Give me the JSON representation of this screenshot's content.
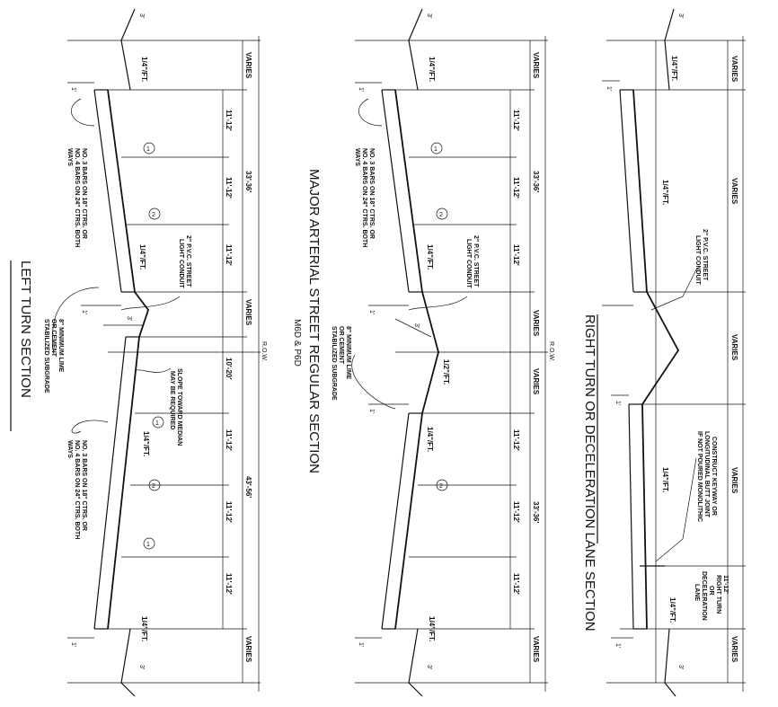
{
  "sections": [
    {
      "id": "right-turn",
      "title": "RIGHT TURN OR DECELERATION LANE SECTION",
      "dims": [
        "VARIES",
        "VARIES",
        "VARIES",
        "VARIES",
        "11'-12'",
        "VARIES"
      ],
      "slopes": [
        "1/4\"/FT.",
        "1/4\"/FT.",
        "1/4\"/FT.",
        "1/4\"/FT."
      ],
      "curb_dim": "1'",
      "notes": {
        "conduit": [
          "2\" P.V.C. STREET",
          "LIGHT CONDUIT"
        ],
        "keyway": [
          "CONSTRUCT KEYWAY OR",
          "LONGITUDINAL BUTT JOINT",
          "IF NOT POURED MONOLITHIC"
        ],
        "right_turn_lane": [
          "11'-12'",
          "RIGHT TURN",
          "OR",
          "DECELERATION",
          "LANE"
        ]
      }
    },
    {
      "id": "major-arterial",
      "title": "MAJOR ARTERIAL STREET REGULAR SECTION",
      "subtitle": "M6D & P6D",
      "row_label": "R.O.W.",
      "dims_top": [
        "VARIES",
        "11'-12'",
        "11'-12'",
        "11'-12'",
        "VARIES",
        "VARIES",
        "11'-12'",
        "11'-12'",
        "11'-12'",
        "VARIES"
      ],
      "overall": [
        "33'-36'",
        "33'-36'"
      ],
      "slopes": [
        "1/4\"/FT.",
        "1/4\"/FT.",
        "1/2\"/FT.",
        "1/4\"/FT.",
        "1/4\"/FT."
      ],
      "callouts": [
        "1",
        "2",
        "2"
      ],
      "notes": {
        "bars": [
          "NO. 3 BARS ON 18\" CTRS. OR",
          "NO. 4 BARS ON 24\" CTRS. BOTH",
          "WAYS"
        ],
        "conduit": [
          "2\" P.V.C. STREET",
          "LIGHT CONDUIT"
        ],
        "subgrade": [
          "8\" MINIMUM LIME",
          "OR CEMENT",
          "STABILIZED SUBGRADE"
        ],
        "offset": "3'",
        "curb_dim": "1'"
      }
    },
    {
      "id": "left-turn",
      "title": "LEFT TURN SECTION",
      "row_label": "R.O.W.",
      "dims_top": [
        "VARIES",
        "11'-12'",
        "11'-12'",
        "11'-12'",
        "VARIES",
        "10'-20'",
        "11'-12'",
        "11'-12'",
        "11'-12'",
        "VARIES"
      ],
      "overall": [
        "33'-36'",
        "43'-56'"
      ],
      "slopes": [
        "1/4\"/FT.",
        "1/4\"/FT.",
        "1/4\"/FT.",
        "1/4\"/FT."
      ],
      "callouts": [
        "1",
        "2",
        "1",
        "2",
        "1"
      ],
      "notes": {
        "bars": [
          "NO. 3 BARS ON 18\" CTRS. OR",
          "NO. 4 BARS ON 24\" CTRS. BOTH",
          "WAYS"
        ],
        "conduit": [
          "2\" P.V.C. STREET",
          "LIGHT CONDUIT"
        ],
        "median": [
          "SLOPE TOWARD MEDIAN",
          "MAY BE REQUIRED"
        ],
        "subgrade": [
          "8\" MINIMUM LIME",
          "OR CEMENT",
          "STABILIZED SUBGRADE"
        ],
        "offset": "3'",
        "curb_dim": "1'"
      }
    }
  ],
  "corner_marks": [
    "3'",
    "3'",
    "3'",
    "3'",
    "3'",
    "3'"
  ]
}
